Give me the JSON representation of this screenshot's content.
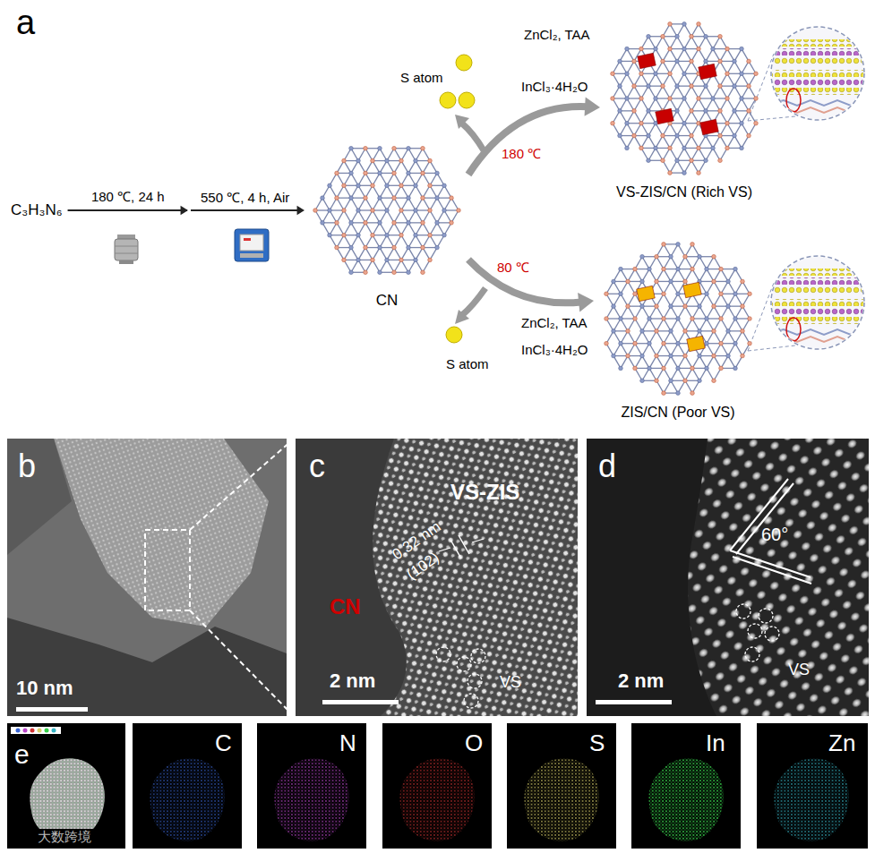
{
  "diagram": {
    "nodes": [
      {
        "text": [
          "C₃H₃N₆"
        ]
      },
      {
        "text": [
          "CN"
        ]
      },
      {
        "text": [
          "VS-ZIS/CN (Rich VS)"
        ]
      },
      {
        "text": [
          "ZIS/CN (Poor VS)"
        ]
      }
    ],
    "edges": [
      {
        "from": 0,
        "to": 1,
        "arrow": "to",
        "label": "180 ℃, 24 h"
      },
      {
        "from": 1,
        "to": 2,
        "arrow": "to",
        "label": "180 ℃"
      },
      {
        "from": 1,
        "to": 3,
        "arrow": "to",
        "label": "80 ℃"
      }
    ],
    "labels": [
      "a",
      "550 ℃, 4 h, Air",
      "S atom",
      "ZnCl₂, TAA",
      "InCl₃·4H₂O",
      "S atom",
      "ZnCl₂, TAA",
      "InCl₃·4H₂O",
      "b",
      "10 nm",
      "c",
      "VS-ZIS",
      "CN",
      "0.32 nm",
      "(102)",
      "VS",
      "2 nm",
      "d",
      "60°",
      "VS",
      "2 nm",
      "e",
      "C",
      "N",
      "O",
      "S",
      "In",
      "Zn",
      "大数跨境"
    ]
  }
}
